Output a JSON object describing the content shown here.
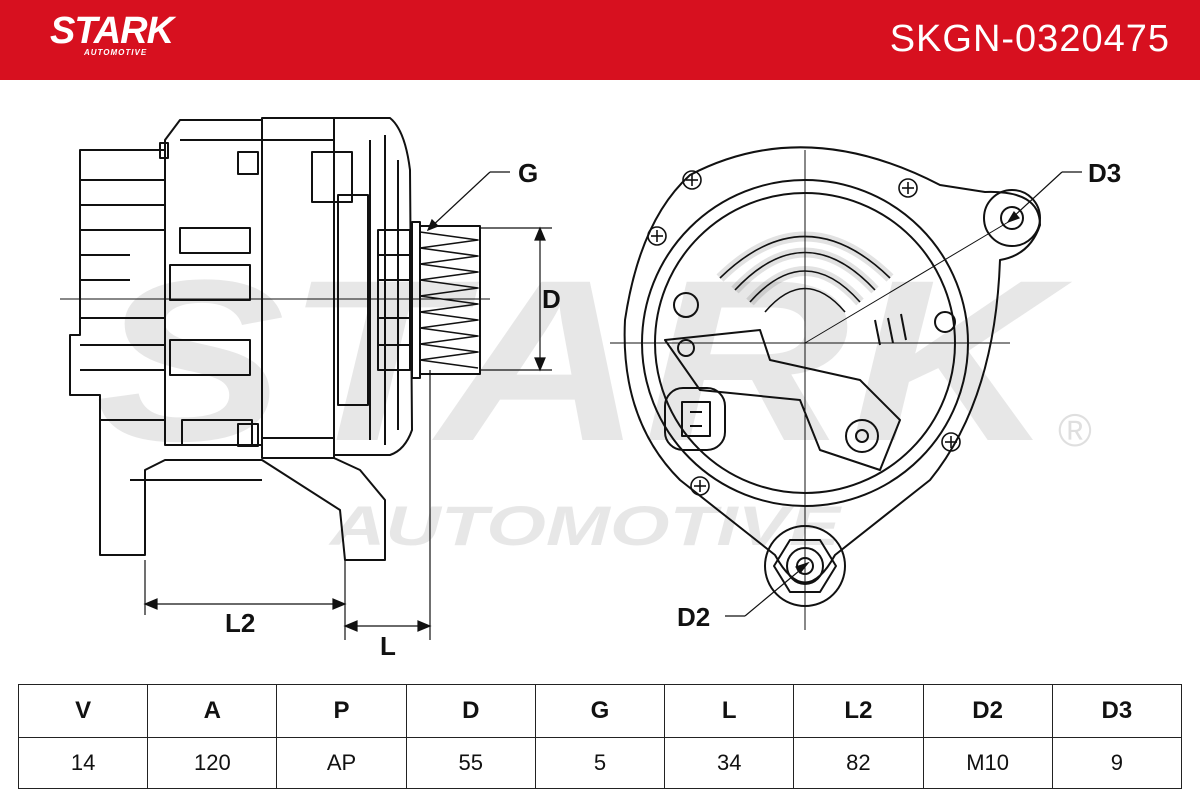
{
  "header": {
    "brand": "STARK",
    "brand_sub": "AUTOMOTIVE",
    "part_number": "SKGN-0320475",
    "accent_color": "#d7101f"
  },
  "watermark": {
    "main": "STARK",
    "sub": "AUTOMOTIVE",
    "registered": "®"
  },
  "dimension_labels": {
    "G": "G",
    "D": "D",
    "L2": "L2",
    "L": "L",
    "D2": "D2",
    "D3": "D3"
  },
  "spec_table": {
    "headers": [
      "V",
      "A",
      "P",
      "D",
      "G",
      "L",
      "L2",
      "D2",
      "D3"
    ],
    "values": [
      "14",
      "120",
      "AP",
      "55",
      "5",
      "34",
      "82",
      "M10",
      "9"
    ]
  }
}
